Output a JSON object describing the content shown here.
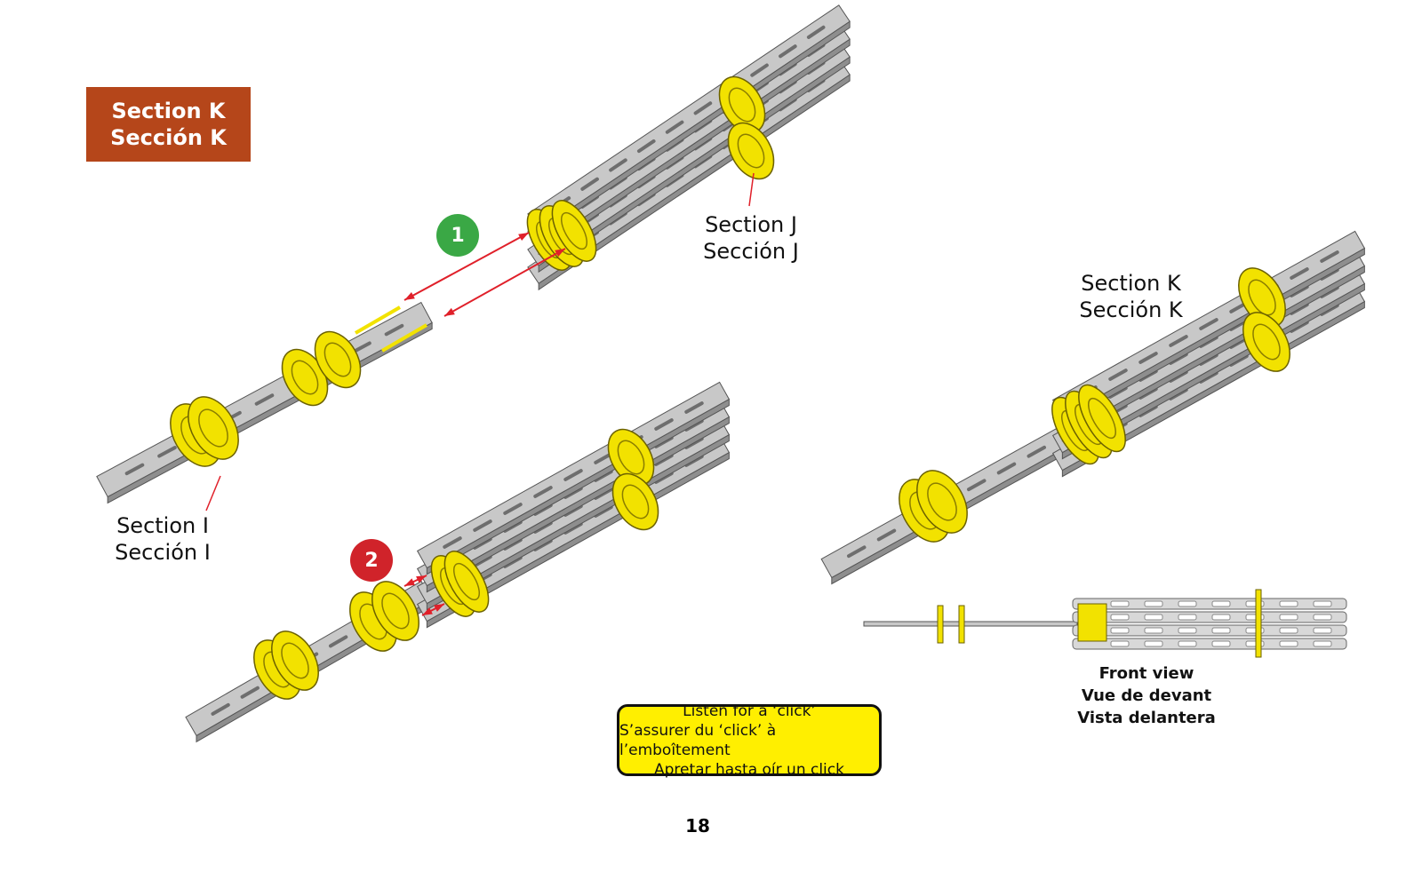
{
  "header": {
    "line1": "Section K",
    "line2": "Sección K"
  },
  "labels": {
    "section_j": {
      "line1": "Section J",
      "line2": "Sección J"
    },
    "section_i": {
      "line1": "Section I",
      "line2": "Sección I"
    },
    "section_k": {
      "line1": "Section K",
      "line2": "Sección K"
    }
  },
  "steps": [
    {
      "number": "1",
      "color": "#3aa845"
    },
    {
      "number": "2",
      "color": "#d0232a"
    }
  ],
  "note": {
    "line1": "Listen for a ‘click’",
    "line2": "S’assurer du ‘click’ à l’emboîtement",
    "line3": "Apretar hasta oír un click"
  },
  "front_view": {
    "line1": "Front view",
    "line2": "Vue de devant",
    "line3": "Vista delantera"
  },
  "page_number": "18",
  "colors": {
    "header_bg": "#b5461a",
    "part_gray": "#c8c8c8",
    "ring_yellow": "#f2e200",
    "arrow_red": "#e0202a",
    "note_bg": "#ffef00"
  }
}
